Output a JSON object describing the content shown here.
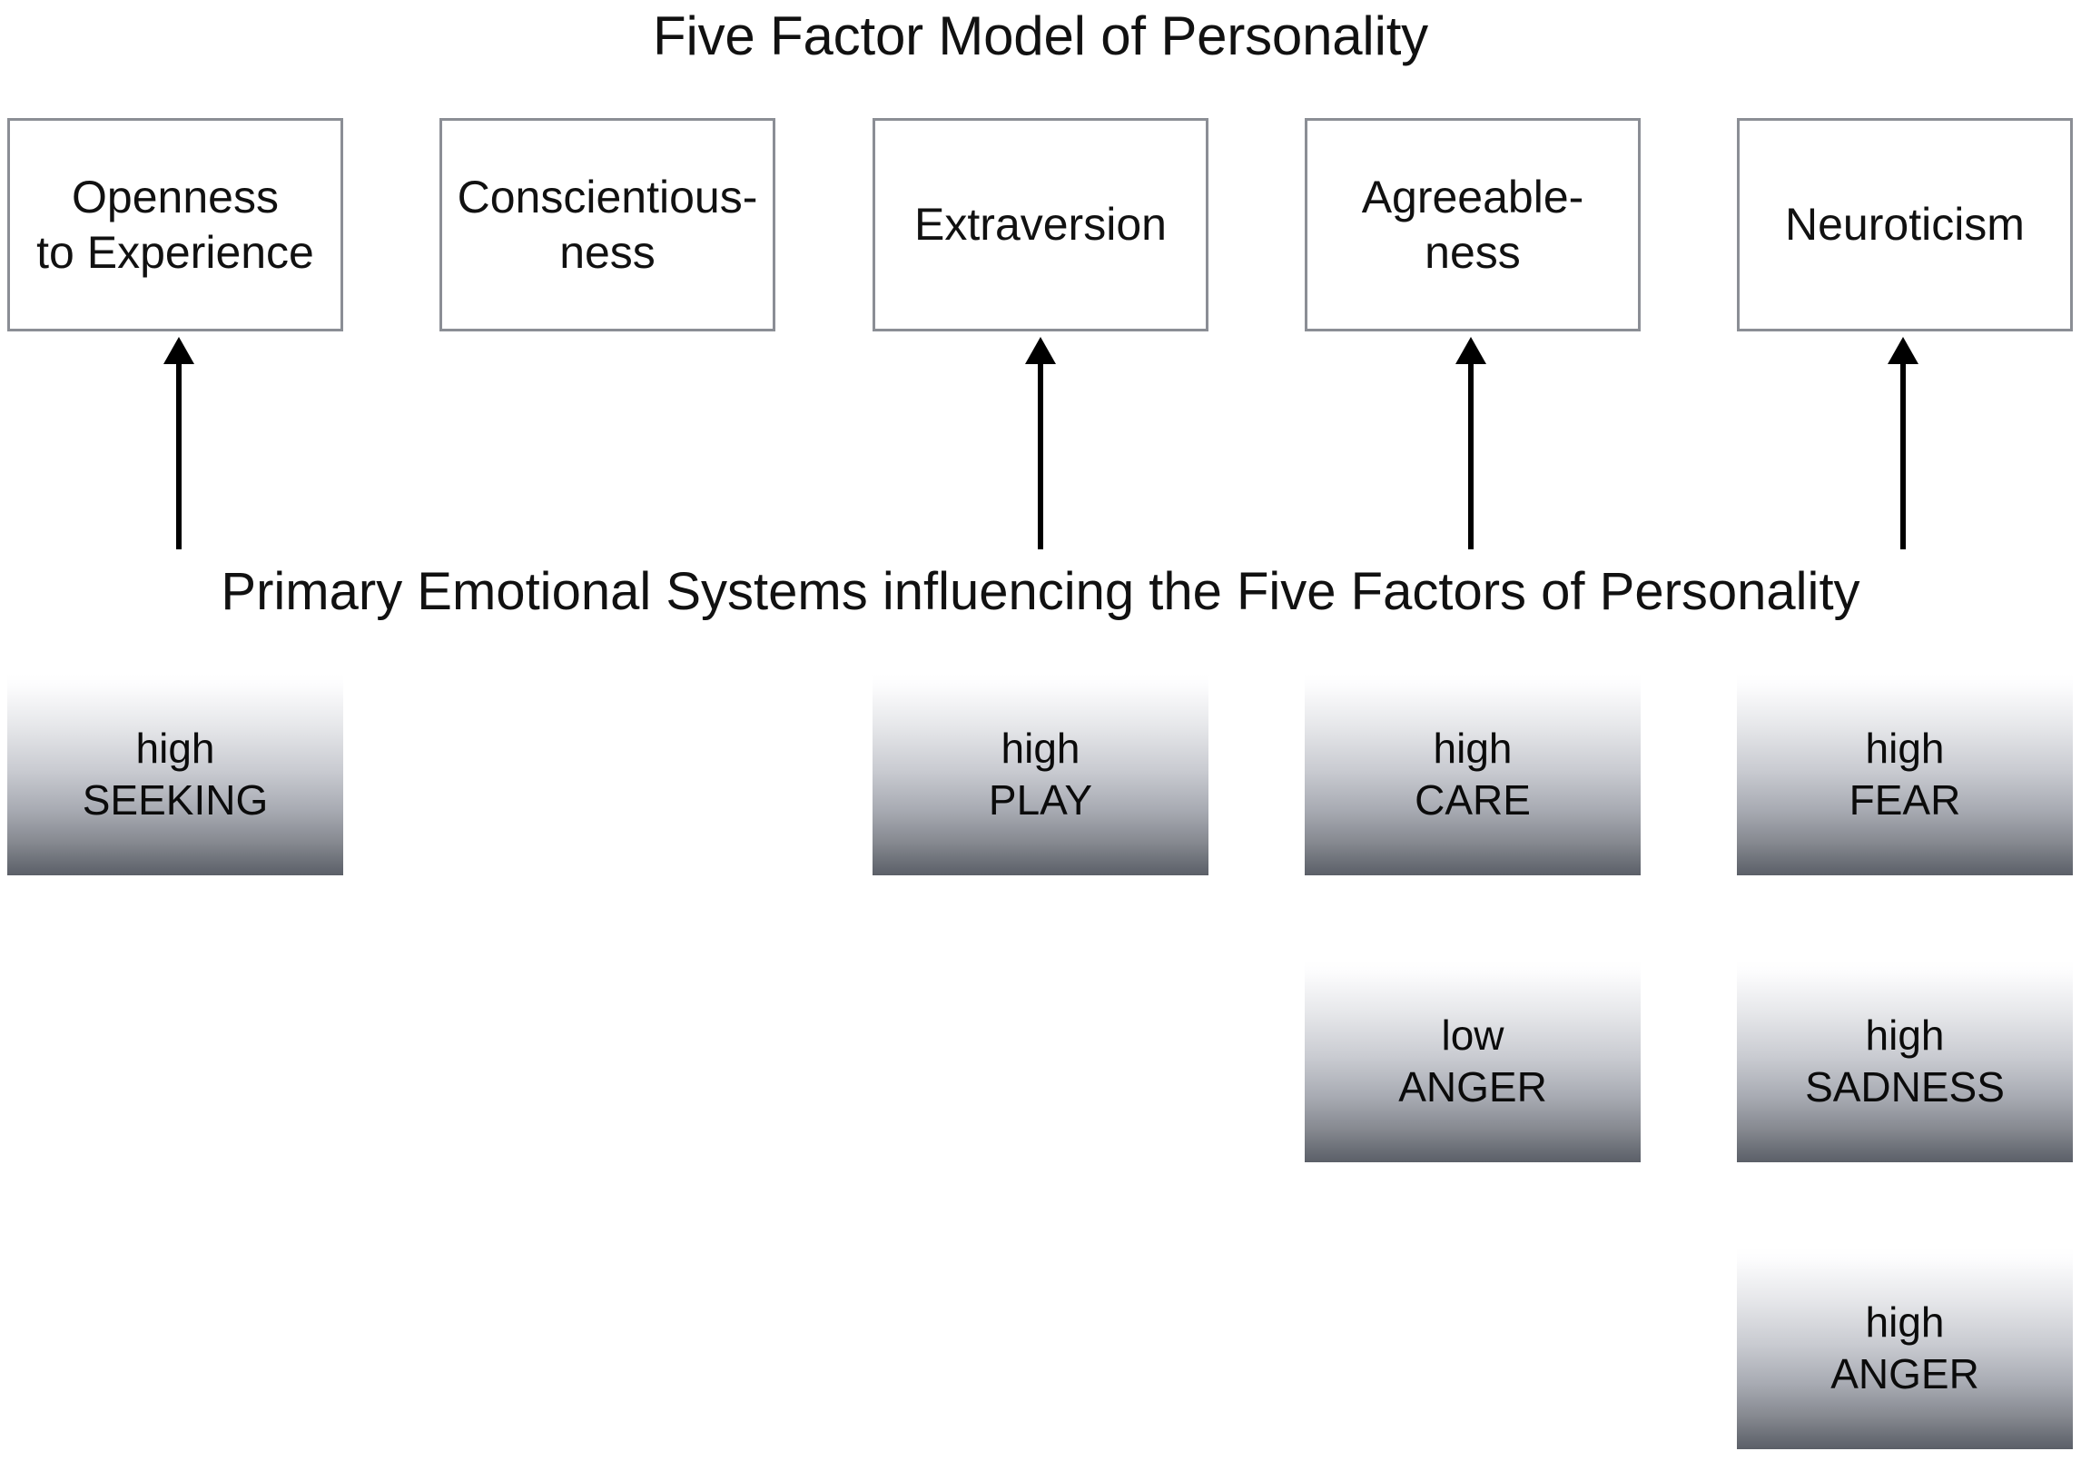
{
  "figure": {
    "title": "Five Factor Model of Personality",
    "subtitle": "Primary Emotional Systems influencing the Five Factors of Personality",
    "background_color": "#ffffff",
    "box_border_color": "#8b8e95",
    "arrow_color": "#000000",
    "gradient_top_color": "#ffffff",
    "gradient_bottom_color": "#5b5f68"
  },
  "factors": [
    {
      "id": "openness",
      "line1": "Openness",
      "line2": "to Experience"
    },
    {
      "id": "conscientiousness",
      "line1": "Conscientious-",
      "line2": "ness"
    },
    {
      "id": "extraversion",
      "line1": "Extraversion",
      "line2": ""
    },
    {
      "id": "agreeableness",
      "line1": "Agreeable-",
      "line2": "ness"
    },
    {
      "id": "neuroticism",
      "line1": "Neuroticism",
      "line2": ""
    }
  ],
  "arrows": [
    {
      "id": "arrow-to-openness",
      "target": "Openness to Experience"
    },
    {
      "id": "arrow-to-extraversion",
      "target": "Extraversion"
    },
    {
      "id": "arrow-to-agreeableness",
      "target": "Agreeableness"
    },
    {
      "id": "arrow-to-neuroticism",
      "target": "Neuroticism"
    }
  ],
  "emotional_systems": [
    {
      "id": "seeking",
      "quality": "high",
      "system": "SEEKING",
      "column": "openness",
      "row": 1
    },
    {
      "id": "play",
      "quality": "high",
      "system": "PLAY",
      "column": "extraversion",
      "row": 1
    },
    {
      "id": "care",
      "quality": "high",
      "system": "CARE",
      "column": "agreeableness",
      "row": 1
    },
    {
      "id": "fear",
      "quality": "high",
      "system": "FEAR",
      "column": "neuroticism",
      "row": 1
    },
    {
      "id": "anger-low",
      "quality": "low",
      "system": "ANGER",
      "column": "agreeableness",
      "row": 2
    },
    {
      "id": "sadness",
      "quality": "high",
      "system": "SADNESS",
      "column": "neuroticism",
      "row": 2
    },
    {
      "id": "anger-high",
      "quality": "high",
      "system": "ANGER",
      "column": "neuroticism",
      "row": 3
    }
  ],
  "chart_data": {
    "type": "diagram",
    "title": "Five Factor Model of Personality",
    "subtitle": "Primary Emotional Systems influencing the Five Factors of Personality",
    "nodes_top": [
      "Openness to Experience",
      "Conscientiousness",
      "Extraversion",
      "Agreeableness",
      "Neuroticism"
    ],
    "mappings": [
      {
        "factor": "Openness to Experience",
        "systems": [
          "high SEEKING"
        ]
      },
      {
        "factor": "Conscientiousness",
        "systems": []
      },
      {
        "factor": "Extraversion",
        "systems": [
          "high PLAY"
        ]
      },
      {
        "factor": "Agreeableness",
        "systems": [
          "high CARE",
          "low ANGER"
        ]
      },
      {
        "factor": "Neuroticism",
        "systems": [
          "high FEAR",
          "high SADNESS",
          "high ANGER"
        ]
      }
    ]
  }
}
